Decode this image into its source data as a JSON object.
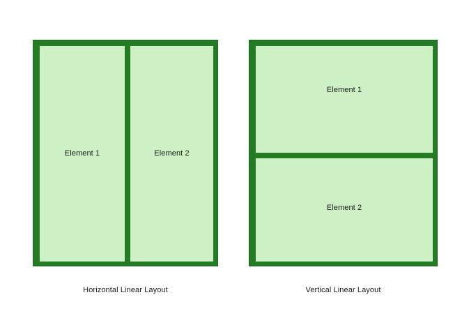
{
  "diagram": {
    "title_visible": false,
    "background_color": "#ffffff",
    "colors": {
      "container_border": "#237b24",
      "element_fill": "#cdf0c5",
      "element_border": "#2b7f2c",
      "text": "#1a1a1a"
    },
    "figures": [
      {
        "id": "horizontal-linear-layout",
        "caption": "Horizontal Linear Layout",
        "orientation": "horizontal",
        "elements": [
          {
            "label": "Element 1"
          },
          {
            "label": "Element 2"
          }
        ]
      },
      {
        "id": "vertical-linear-layout",
        "caption": "Vertical Linear Layout",
        "orientation": "vertical",
        "elements": [
          {
            "label": "Element 1"
          },
          {
            "label": "Element 2"
          }
        ]
      }
    ]
  }
}
